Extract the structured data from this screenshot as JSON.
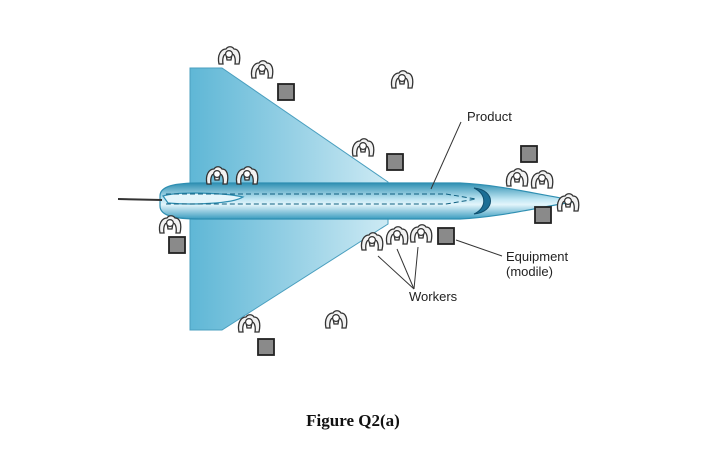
{
  "labels": {
    "product": "Product",
    "equipment_line1": "Equipment",
    "equipment_line2": "(modile)",
    "workers": "Workers"
  },
  "caption": "Figure Q2(a)",
  "colors": {
    "aircraft_light": "#cdeaf4",
    "aircraft_mid": "#6fc1dc",
    "aircraft_dark": "#2f8fb2",
    "equipment_fill": "#8a8a8a",
    "worker_fill": "#f2f2f2",
    "line": "#333333"
  },
  "icons": [
    "worker-icon",
    "equipment-box-icon"
  ]
}
